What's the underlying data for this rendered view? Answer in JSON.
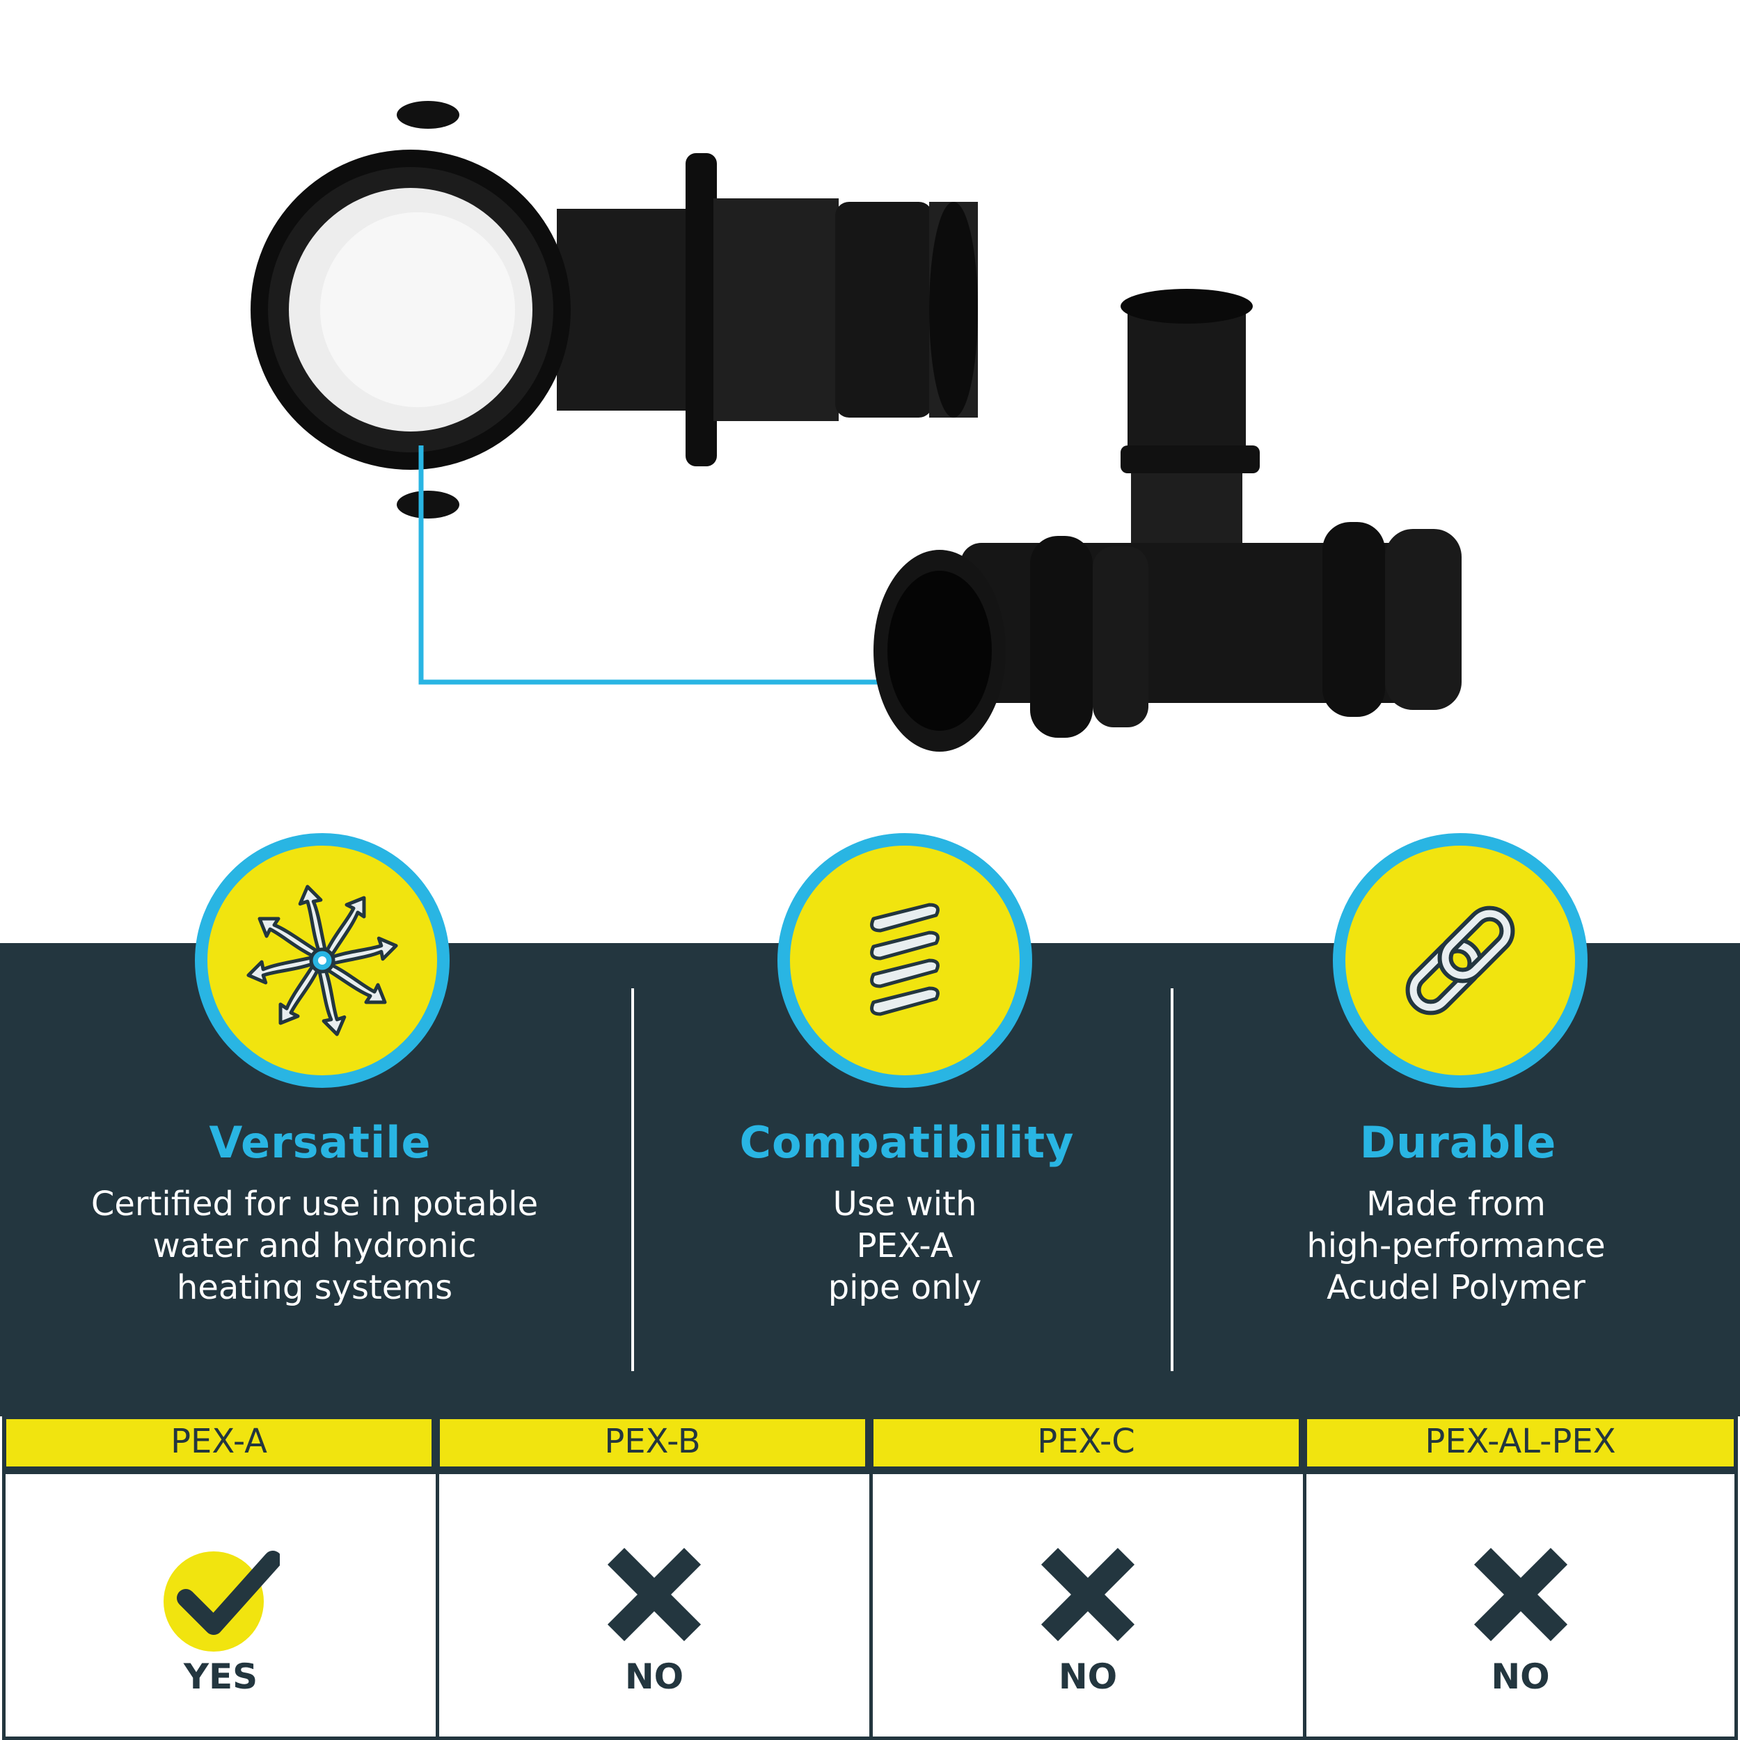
{
  "features": [
    {
      "title": "Versatile",
      "lines": [
        "Certified for use in potable",
        "water and hydronic",
        "heating systems"
      ],
      "icon": "radial-arrows-icon"
    },
    {
      "title": "Compatibility",
      "lines": [
        "Use with",
        "PEX-A",
        "pipe only"
      ],
      "icon": "coil-spring-icon"
    },
    {
      "title": "Durable",
      "lines": [
        "Made from",
        "high-performance",
        "Acudel Polymer"
      ],
      "icon": "chain-link-icon"
    }
  ],
  "compatibility_table": {
    "headers": [
      "PEX-A",
      "PEX-B",
      "PEX-C",
      "PEX-AL-PEX"
    ],
    "answers": [
      "YES",
      "NO",
      "NO",
      "NO"
    ],
    "marks": [
      "check-icon",
      "x-icon",
      "x-icon",
      "x-icon"
    ]
  },
  "colors": {
    "navy": "#23363f",
    "cyan": "#29b5e3",
    "yellow": "#f1e40f"
  }
}
